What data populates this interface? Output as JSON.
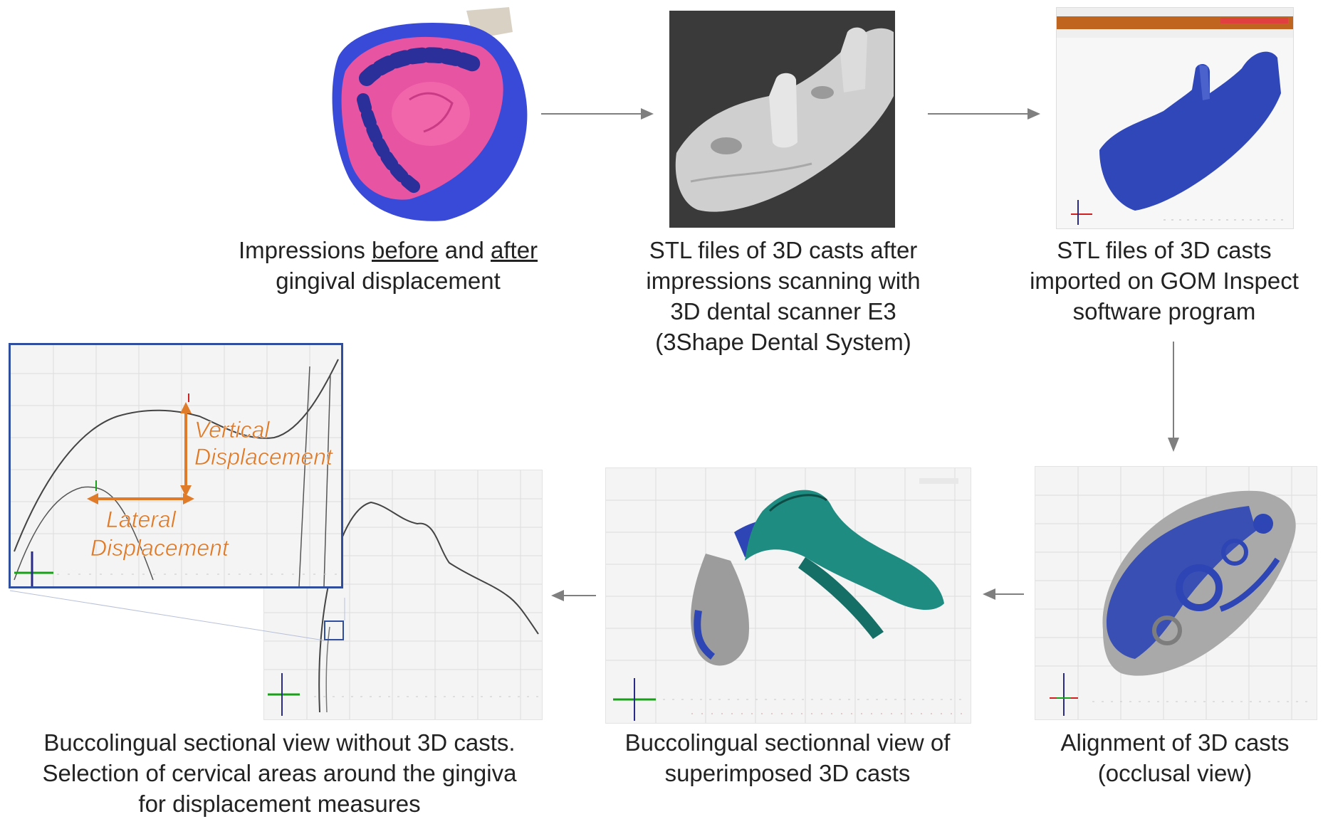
{
  "steps": [
    {
      "id": "impressions",
      "caption_parts": [
        "Impressions ",
        "before",
        " and ",
        "after",
        " gingival displacement"
      ]
    },
    {
      "id": "stl-scan",
      "caption_lines": [
        "STL files of 3D casts after",
        "impressions scanning with",
        "3D dental scanner E3",
        "(3Shape Dental System)"
      ]
    },
    {
      "id": "gom-import",
      "caption_lines": [
        "STL files of 3D casts",
        "imported on GOM Inspect",
        "software program"
      ]
    },
    {
      "id": "alignment",
      "caption_lines": [
        "Alignment of 3D casts",
        "(occlusal view)"
      ]
    },
    {
      "id": "superimposed",
      "caption_lines": [
        "Buccolingual sectionnal view of",
        "superimposed 3D casts"
      ]
    },
    {
      "id": "sectional",
      "caption_lines": [
        "Buccolingual sectional view without 3D casts.",
        "Selection of cervical areas around the gingiva",
        "for displacement measures"
      ]
    }
  ],
  "inset": {
    "vertical_label_lines": [
      "Vertical",
      "Displacement"
    ],
    "lateral_label_lines": [
      "Lateral",
      "Displacement"
    ]
  },
  "colors": {
    "arrow": "#7f7f7f",
    "inset_border": "#2f4f9e",
    "measure": "#e07b2a",
    "model_blue": "#2d45b5",
    "model_pink": "#ee4c9a",
    "model_teal": "#1f8c82",
    "stone_gray": "#bdbdbd"
  }
}
